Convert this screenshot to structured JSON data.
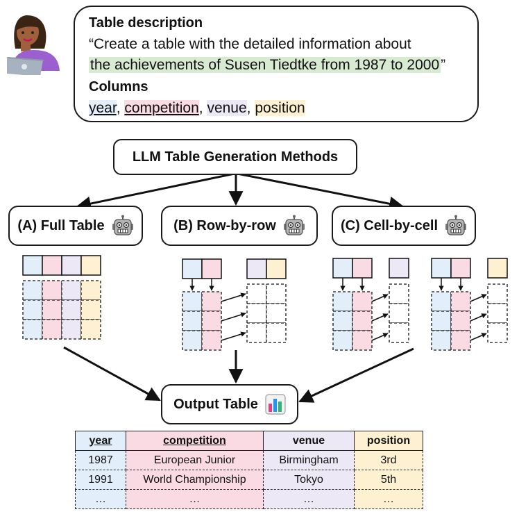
{
  "description": {
    "title": "Table description",
    "line1": "“Create a table with the detailed information about",
    "line2_highlight": "the achievements of Susen Tiedtke from 1987 to 2000",
    "line2_end": "”",
    "columns_title": "Columns",
    "columns": [
      "year",
      "competition",
      "venue",
      "position"
    ],
    "sep": ", "
  },
  "methods": {
    "title": "LLM Table Generation Methods",
    "full_table": "(A) Full Table",
    "row_by_row": "(B) Row-by-row",
    "cell_by_cell": "(C) Cell-by-cell"
  },
  "output": {
    "title": "Output Table",
    "headers": [
      "year",
      "competition",
      "venue",
      "position"
    ],
    "rows": [
      [
        "1987",
        "European Junior",
        "Birmingham",
        "3rd"
      ],
      [
        "1991",
        "World Championship",
        "Tokyo",
        "5th"
      ],
      [
        "…",
        "…",
        "…",
        "…"
      ]
    ]
  },
  "colors": {
    "year": "#e2eefa",
    "competition": "#fadbe3",
    "venue": "#ece8f6",
    "position": "#fdf1d2",
    "highlight": "#d9ead3"
  },
  "icons": [
    "woman-technologist-icon",
    "robot-icon",
    "bar-chart-icon"
  ]
}
